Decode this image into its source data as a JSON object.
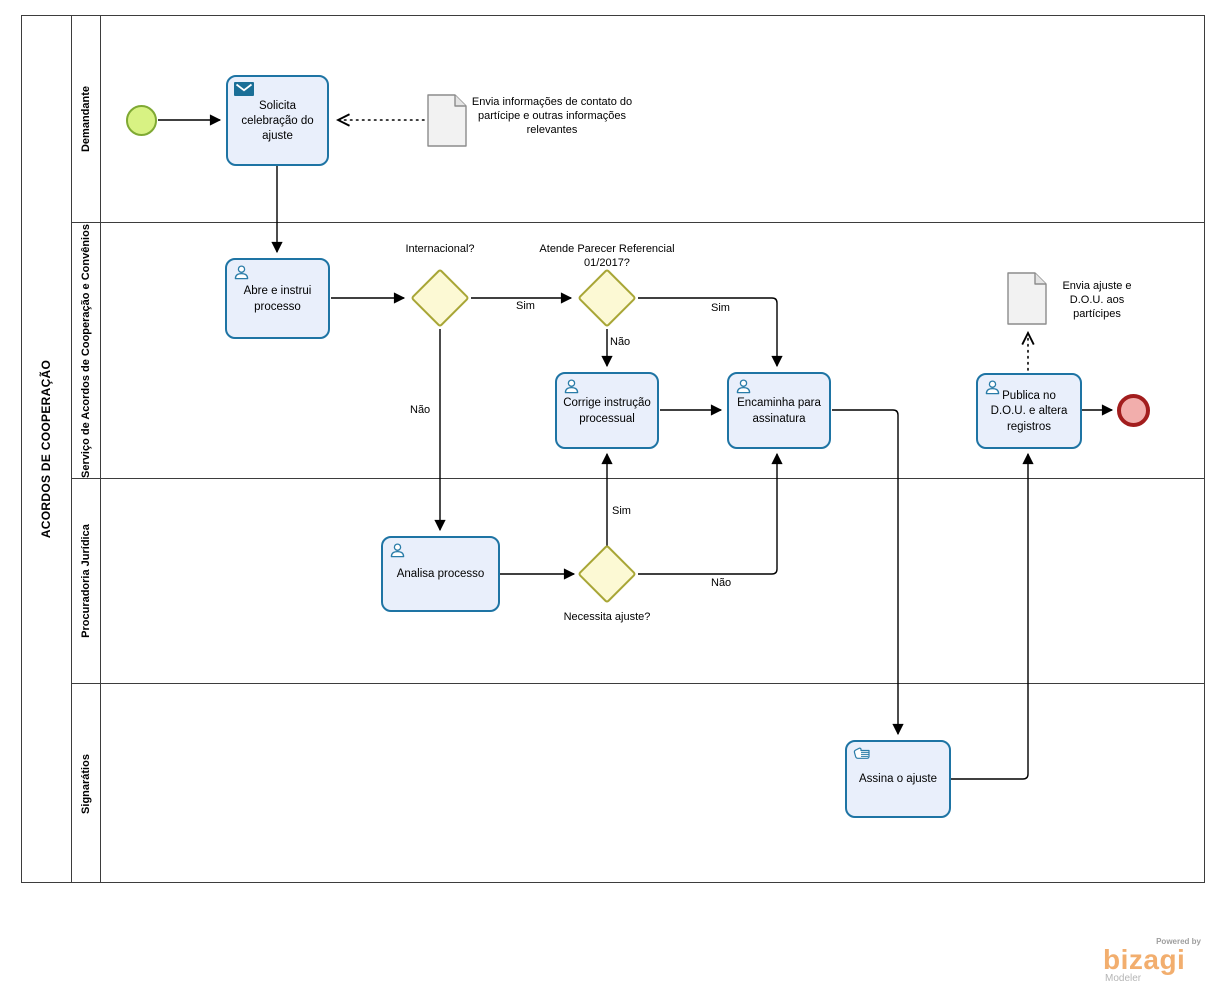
{
  "pool": {
    "title": "ACORDOS DE COOPERAÇÃO",
    "lanes": [
      {
        "label": "Demandante"
      },
      {
        "label": "Serviço de Acordos de Cooperação e Convênios"
      },
      {
        "label": "Procuradoria Jurídica"
      },
      {
        "label": "Signarátios"
      }
    ]
  },
  "nodes": {
    "task_solicita": {
      "label": "Solicita celebração do ajuste",
      "icon": "message-icon"
    },
    "task_abre": {
      "label": "Abre e instrui processo",
      "icon": "user-icon"
    },
    "task_corrige": {
      "label": "Corrige instrução processual",
      "icon": "user-icon"
    },
    "task_encaminha": {
      "label": "Encaminha para assinatura",
      "icon": "user-icon"
    },
    "task_publica": {
      "label": "Publica no D.O.U. e altera registros",
      "icon": "user-icon"
    },
    "task_analisa": {
      "label": "Analisa processo",
      "icon": "user-icon"
    },
    "task_assina": {
      "label": "Assina o ajuste",
      "icon": "hand-icon"
    },
    "gw_internacional": {
      "label": "Internacional?"
    },
    "gw_parecer": {
      "label": "Atende Parecer Referencial 01/2017?"
    },
    "gw_necessita": {
      "label": "Necessita ajuste?"
    },
    "data_contato": {
      "label": "Envia informações de contato do partícipe e outras informações relevantes"
    },
    "data_ajuste": {
      "label": "Envia ajuste e D.O.U. aos partícipes"
    }
  },
  "edge_labels": {
    "internacional_sim": "Sim",
    "internacional_nao": "Não",
    "parecer_sim": "Sim",
    "parecer_nao": "Não",
    "necessita_sim": "Sim",
    "necessita_nao": "Não"
  },
  "branding": {
    "powered_by": "Powered by",
    "brand": "bizagi",
    "product": "Modeler"
  },
  "colors": {
    "task_fill": "#E9EFFB",
    "task_border": "#1E74A4",
    "gateway_fill": "#FCF9D4",
    "gateway_border": "#A8A636",
    "start_fill": "#D8F283",
    "start_border": "#7FA933",
    "end_fill": "#F2AEAC",
    "end_border": "#A21D1D",
    "data_fill": "#F2F2F2",
    "data_border": "#8C8C8C",
    "flow": "#000000",
    "icon_blue": "#2A7CA8",
    "brand_orange": "#F2AE6E"
  }
}
